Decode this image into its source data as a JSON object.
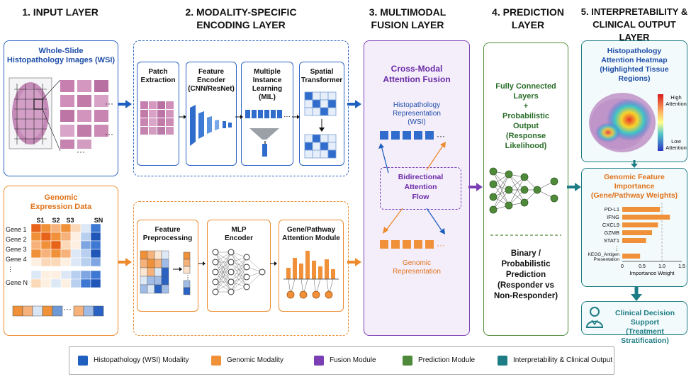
{
  "headers": {
    "input": "1. INPUT LAYER",
    "encoding": "2. MODALITY-SPECIFIC\nENCODING LAYER",
    "fusion": "3. MULTIMODAL\nFUSION LAYER",
    "prediction": "4. PREDICTION LAYER",
    "interpret": "5. INTERPRETABILITY &\nCLINICAL OUTPUT LAYER"
  },
  "input": {
    "wsi_title": "Whole-Slide\nHistopathology Images (WSI)",
    "genomic_title": "Genomic\nExpression Data",
    "genes": [
      "Gene 1",
      "Gene 2",
      "Gene 3",
      "Gene 4",
      "⋮",
      "Gene N"
    ],
    "sample_labels": [
      "S1",
      "S2",
      "S3",
      "SN"
    ],
    "ellipsis": "···"
  },
  "encoding": {
    "patch": "Patch\nExtraction",
    "feature_encoder": "Feature\nEncoder\n(CNN/ResNet)",
    "mil": "Multiple\nInstance\nLearning\n(MIL)",
    "spatial": "Spatial\nTransformer",
    "feat_pre": "Feature\nPreprocessing",
    "mlp": "MLP\nEncoder",
    "gene_path": "Gene/Pathway\nAttention Module"
  },
  "fusion": {
    "title": "Cross-Modal\nAttention Fusion",
    "histo_rep": "Histopathology\nRepresentation\n(WSI)",
    "bidir": "Bidirectional\nAttention\nFlow",
    "genomic_rep": "Genomic\nRepresentation"
  },
  "prediction": {
    "fc": "Fully Connected\nLayers\n+\nProbabilistic\nOutput\n(Response\nLikelihood)",
    "binary": "Binary /\nProbabilistic\nPrediction\n(Responder vs\nNon-Responder)"
  },
  "interpret": {
    "heatmap_title": "Histopathology\nAttention Heatmap\n(Highlighted Tissue\nRegions)",
    "high": "High\nAttention",
    "low": "Low\nAttention",
    "genomic_title": "Genomic Feature\nImportance\n(Gene/Pathway Weights)",
    "xlabel": "Importance Weight",
    "cds": "Clinical Decision Support\n(Treatment Stratification)"
  },
  "chart_data": {
    "type": "bar",
    "categories": [
      "PD-L1",
      "IFNG",
      "CXCL9",
      "GZMB",
      "STAT1",
      "⋮",
      "KEGG_Antigen\nPresentation"
    ],
    "values": [
      0.95,
      1.2,
      0.9,
      0.75,
      0.6,
      null,
      0.45
    ],
    "xlabel": "Importance Weight",
    "xticks": [
      "0",
      "0.5",
      "1.0",
      "1.5"
    ],
    "xlim": [
      0,
      1.5
    ]
  },
  "legend": [
    {
      "label": "Histopathology (WSI) Modality",
      "color": "#1f5fbf"
    },
    {
      "label": "Genomic Modality",
      "color": "#f0913a"
    },
    {
      "label": "Fusion Module",
      "color": "#7a3fb5"
    },
    {
      "label": "Prediction Module",
      "color": "#4f8a3a"
    },
    {
      "label": "Interpretability & Clinical Output",
      "color": "#1e7d84"
    }
  ]
}
